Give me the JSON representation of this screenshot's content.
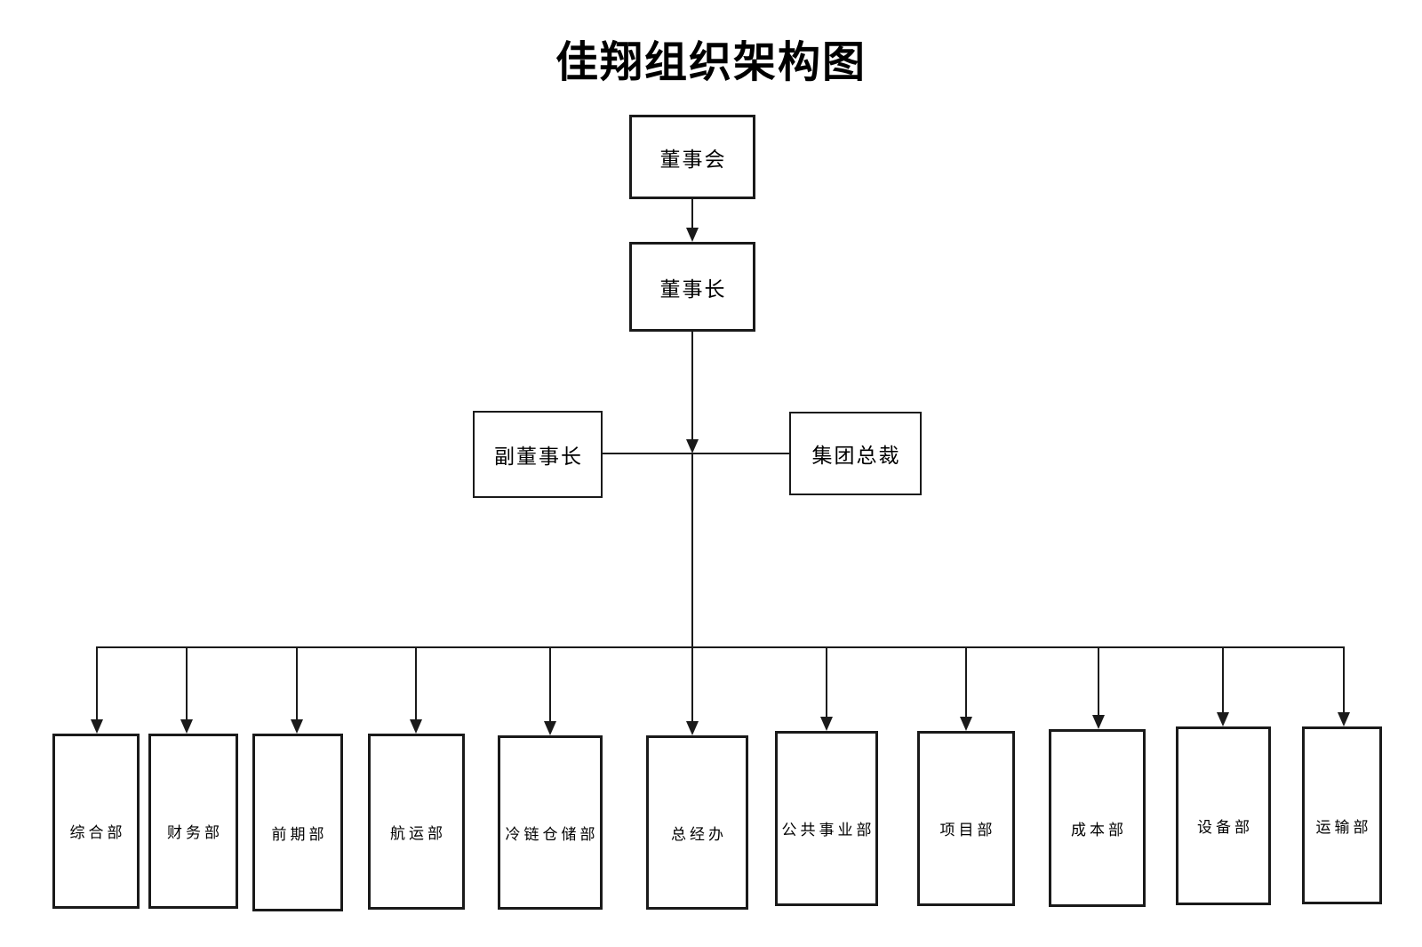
{
  "page": {
    "title": "佳翔组织架构图",
    "background_color": "#ffffff",
    "line_color": "#1a1a1a",
    "text_color": "#000000"
  },
  "nodes": {
    "board": {
      "label": "董事会"
    },
    "chairman": {
      "label": "董事长"
    },
    "vice_chairman": {
      "label": "副董事长"
    },
    "president": {
      "label": "集团总裁"
    }
  },
  "departments": [
    {
      "label": "综合部"
    },
    {
      "label": "财务部"
    },
    {
      "label": "前期部"
    },
    {
      "label": "航运部"
    },
    {
      "label": "冷链仓储部"
    },
    {
      "label": "总经办"
    },
    {
      "label": "公共事业部"
    },
    {
      "label": "项目部"
    },
    {
      "label": "成本部"
    },
    {
      "label": "设备部"
    },
    {
      "label": "运输部"
    }
  ]
}
